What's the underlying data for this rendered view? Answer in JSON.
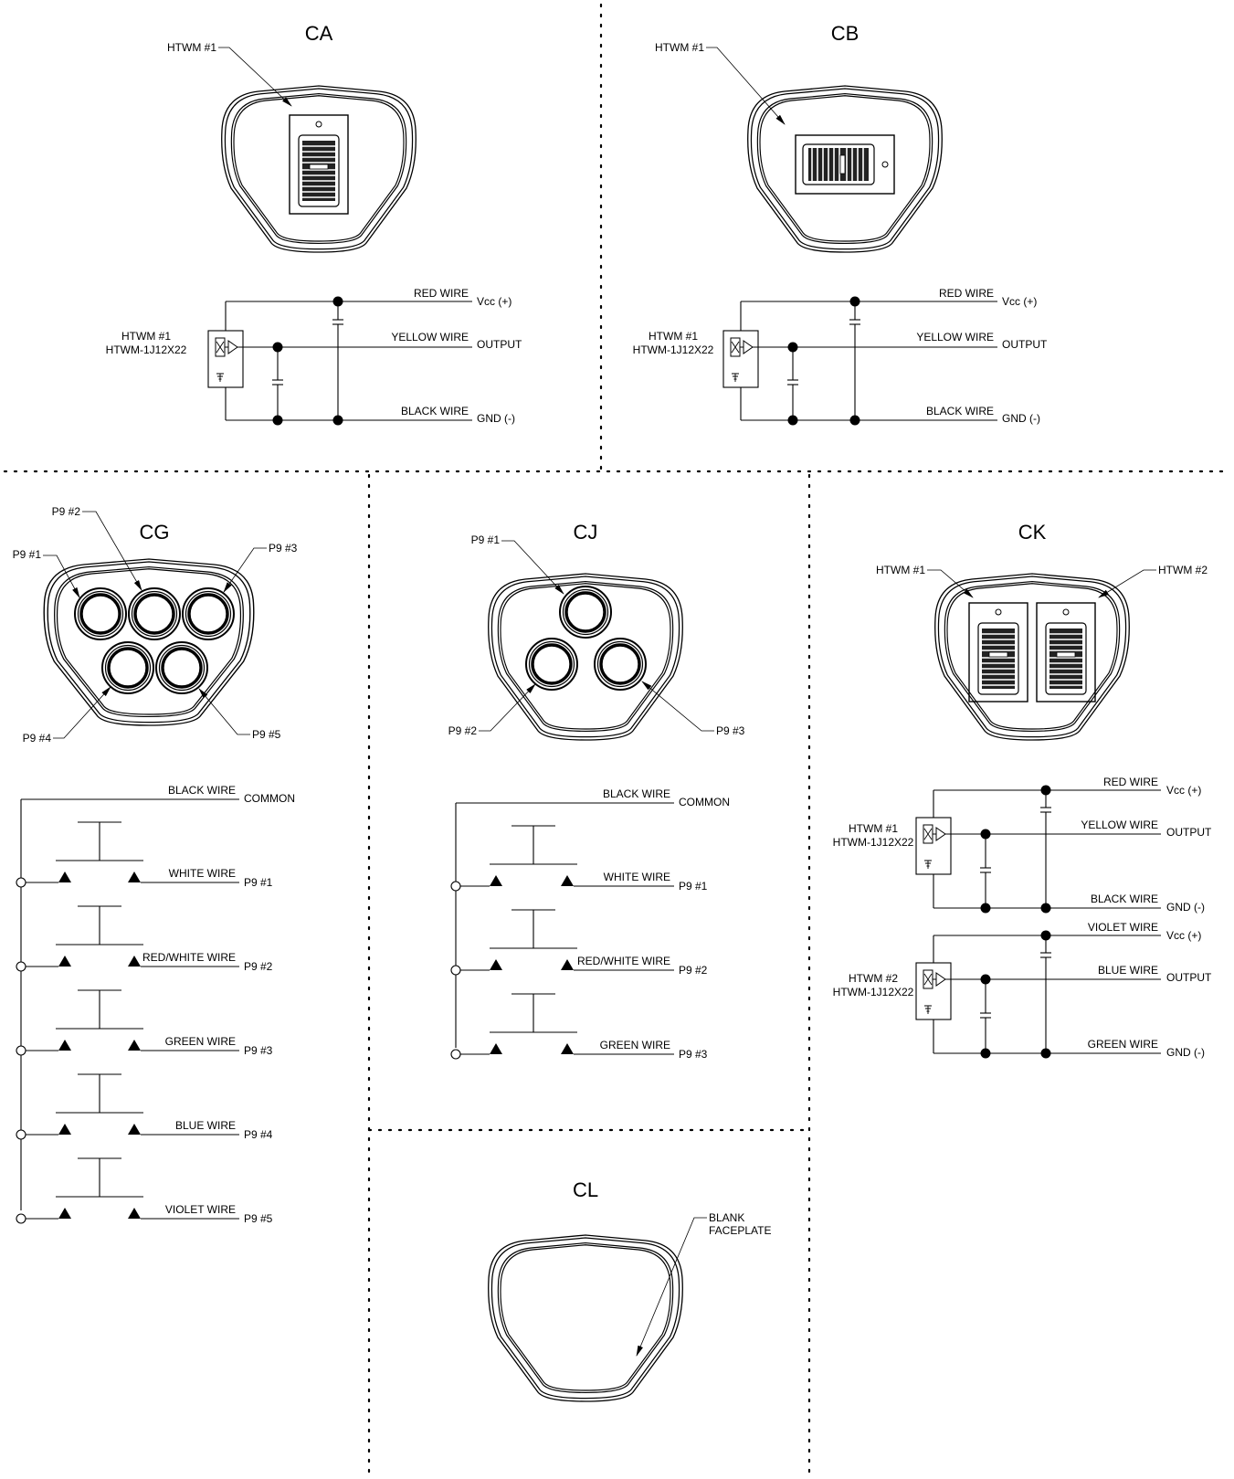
{
  "panels": {
    "CA": {
      "title": "CA",
      "face_callouts": [
        "HTWM #1"
      ],
      "schematic": {
        "sensor": [
          "HTWM #1",
          "HTWM-1J12X22"
        ],
        "wires": [
          "RED WIRE",
          "YELLOW WIRE",
          "BLACK WIRE"
        ],
        "terminals": [
          "Vcc (+)",
          "OUTPUT",
          "GND (-)"
        ]
      }
    },
    "CB": {
      "title": "CB",
      "face_callouts": [
        "HTWM #1"
      ],
      "schematic": {
        "sensor": [
          "HTWM #1",
          "HTWM-1J12X22"
        ],
        "wires": [
          "RED WIRE",
          "YELLOW WIRE",
          "BLACK WIRE"
        ],
        "terminals": [
          "Vcc (+)",
          "OUTPUT",
          "GND (-)"
        ]
      }
    },
    "CG": {
      "title": "CG",
      "face_callouts": [
        "P9 #1",
        "P9 #2",
        "P9 #3",
        "P9 #4",
        "P9 #5"
      ],
      "common": {
        "wire": "BLACK WIRE",
        "terminal": "COMMON"
      },
      "switches": [
        {
          "wire": "WHITE WIRE",
          "terminal": "P9 #1"
        },
        {
          "wire": "RED/WHITE WIRE",
          "terminal": "P9 #2"
        },
        {
          "wire": "GREEN WIRE",
          "terminal": "P9 #3"
        },
        {
          "wire": "BLUE WIRE",
          "terminal": "P9 #4"
        },
        {
          "wire": "VIOLET WIRE",
          "terminal": "P9 #5"
        }
      ]
    },
    "CJ": {
      "title": "CJ",
      "face_callouts": [
        "P9 #1",
        "P9 #2",
        "P9 #3"
      ],
      "common": {
        "wire": "BLACK WIRE",
        "terminal": "COMMON"
      },
      "switches": [
        {
          "wire": "WHITE WIRE",
          "terminal": "P9 #1"
        },
        {
          "wire": "RED/WHITE WIRE",
          "terminal": "P9 #2"
        },
        {
          "wire": "GREEN WIRE",
          "terminal": "P9 #3"
        }
      ]
    },
    "CK": {
      "title": "CK",
      "face_callouts": [
        "HTWM #1",
        "HTWM #2"
      ],
      "schematics": [
        {
          "sensor": [
            "HTWM #1",
            "HTWM-1J12X22"
          ],
          "wires": [
            "RED WIRE",
            "YELLOW WIRE",
            "BLACK WIRE"
          ],
          "terminals": [
            "Vcc (+)",
            "OUTPUT",
            "GND (-)"
          ]
        },
        {
          "sensor": [
            "HTWM #2",
            "HTWM-1J12X22"
          ],
          "wires": [
            "VIOLET WIRE",
            "BLUE WIRE",
            "GREEN WIRE"
          ],
          "terminals": [
            "Vcc (+)",
            "OUTPUT",
            "GND (-)"
          ]
        }
      ]
    },
    "CL": {
      "title": "CL",
      "face_callouts": [
        "BLANK",
        "FACEPLATE"
      ]
    }
  }
}
